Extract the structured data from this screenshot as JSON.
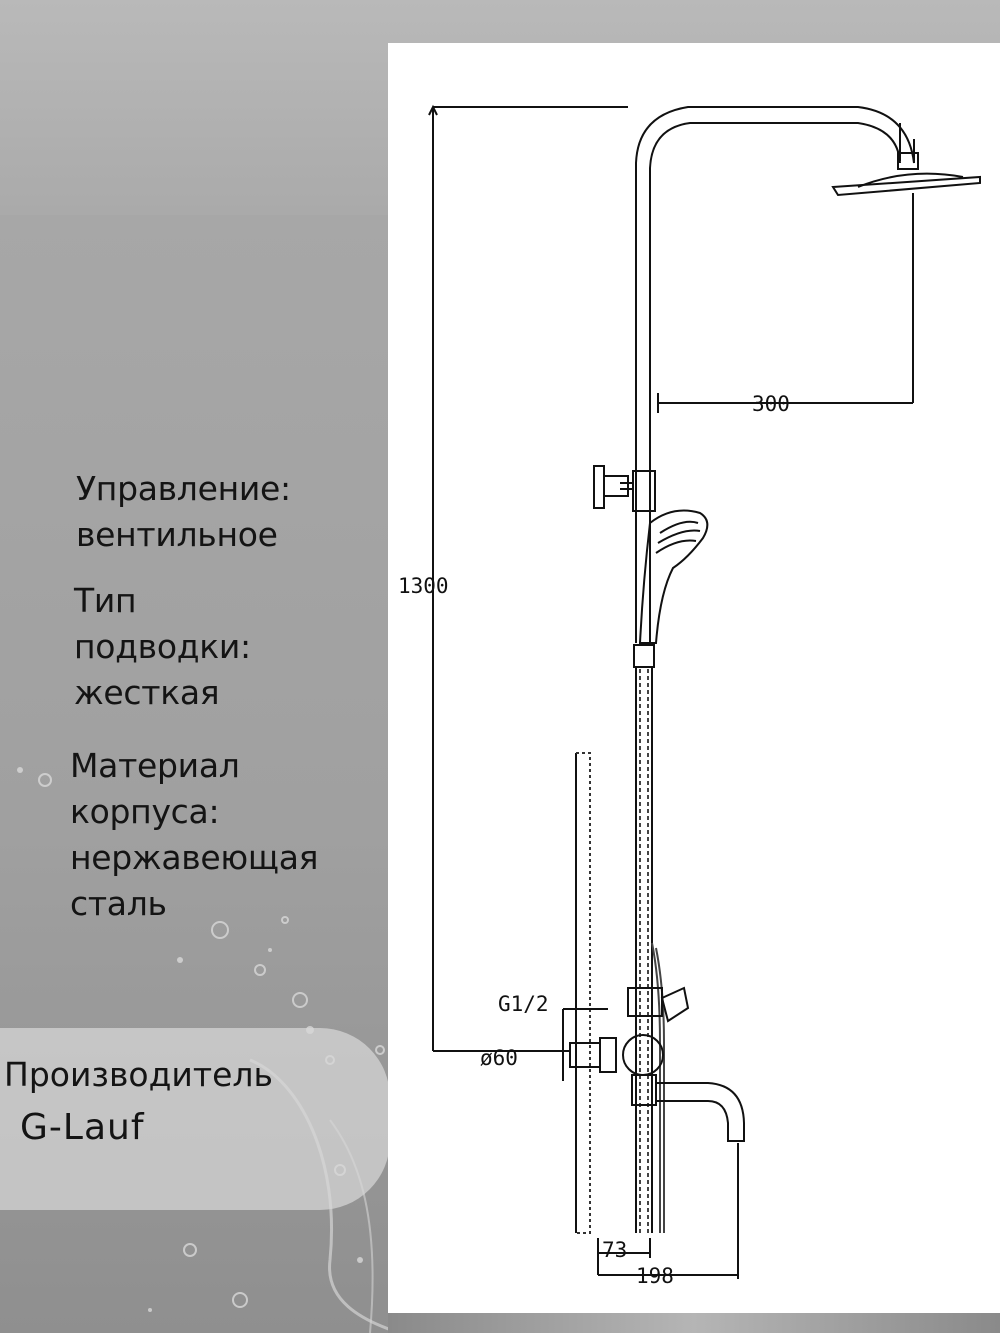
{
  "specs": [
    {
      "name": "Управление:",
      "value": "вентильное"
    },
    {
      "name": "Тип\nподводки:",
      "value": "жесткая"
    },
    {
      "name": "Материал\nкорпуса:",
      "value": "нержавеющая\nсталь"
    }
  ],
  "manufacturer": {
    "label": "Производитель",
    "name": "G-Lauf"
  },
  "diagram": {
    "dim_height": "1300",
    "dim_reach": "300",
    "dim_thread": "G1/2",
    "dim_flange": "ø60",
    "dim_spout_offset": "73",
    "dim_spout_reach": "198"
  }
}
